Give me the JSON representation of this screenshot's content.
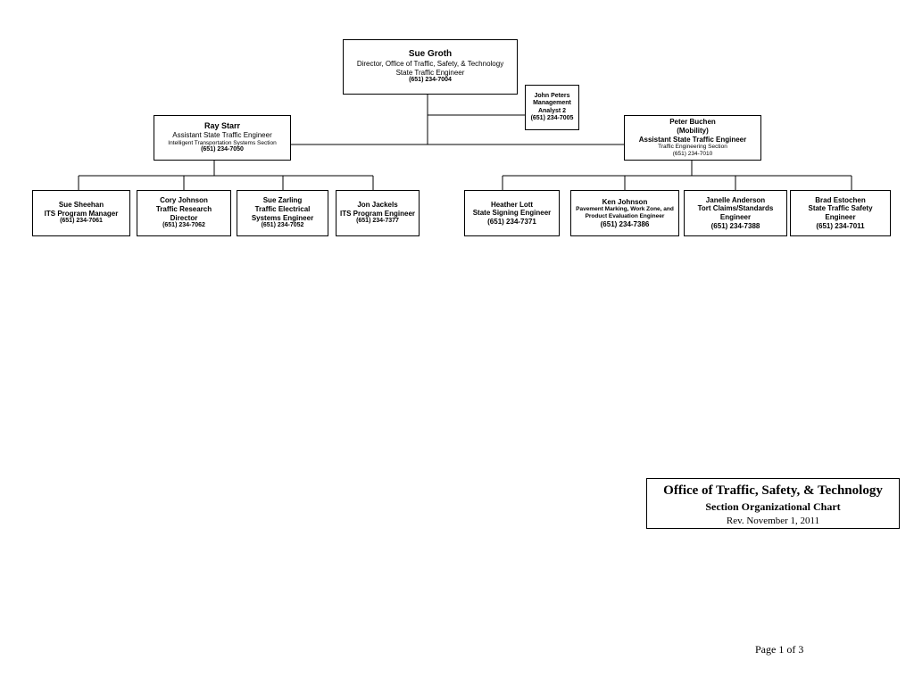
{
  "director": {
    "name": "Sue Groth",
    "title": "Director, Office of Traffic, Safety, & Technology",
    "subtitle": "State Traffic Engineer",
    "phone": "(651) 234-7004"
  },
  "staff_analyst": {
    "name": "John Peters",
    "title1": "Management",
    "title2": "Analyst 2",
    "phone": "(651) 234-7005"
  },
  "left_manager": {
    "name": "Ray Starr",
    "title": "Assistant State Traffic Engineer",
    "section": "Intelligent Transportation Systems Section",
    "phone": "(651) 234-7050"
  },
  "right_manager": {
    "name": "Peter Buchen",
    "note": "(Mobility)",
    "title": "Assistant State Traffic Engineer",
    "section": "Traffic Engineering Section",
    "phone": "(651) 234-7010"
  },
  "left_staff": [
    {
      "name": "Sue Sheehan",
      "title1": "ITS Program Manager",
      "title2": "",
      "phone": "(651) 234-7061"
    },
    {
      "name": "Cory Johnson",
      "title1": "Traffic Research",
      "title2": "Director",
      "phone": "(651) 234-7062"
    },
    {
      "name": "Sue Zarling",
      "title1": "Traffic Electrical",
      "title2": "Systems Engineer",
      "phone": "(651) 234-7052"
    },
    {
      "name": "Jon Jackels",
      "title1": "ITS Program Engineer",
      "title2": "",
      "phone": "(651) 234-7377"
    }
  ],
  "right_staff": [
    {
      "name": "Heather Lott",
      "title1": "State Signing Engineer",
      "title2": "",
      "phone": "(651) 234-7371"
    },
    {
      "name": "Ken Johnson",
      "title1": "Pavement Marking, Work Zone, and",
      "title2": "Product Evaluation Engineer",
      "phone": "(651) 234-7386"
    },
    {
      "name": "Janelle Anderson",
      "title1": "Tort Claims/Standards",
      "title2": "Engineer",
      "phone": "(651) 234-7388"
    },
    {
      "name": "Brad Estochen",
      "title1": "State Traffic Safety",
      "title2": "Engineer",
      "phone": "(651) 234-7011"
    }
  ],
  "title_block": {
    "title": "Office of Traffic, Safety, & Technology",
    "subtitle": "Section Organizational Chart",
    "revision": "Rev. November 1, 2011"
  },
  "page": "Page 1 of 3"
}
